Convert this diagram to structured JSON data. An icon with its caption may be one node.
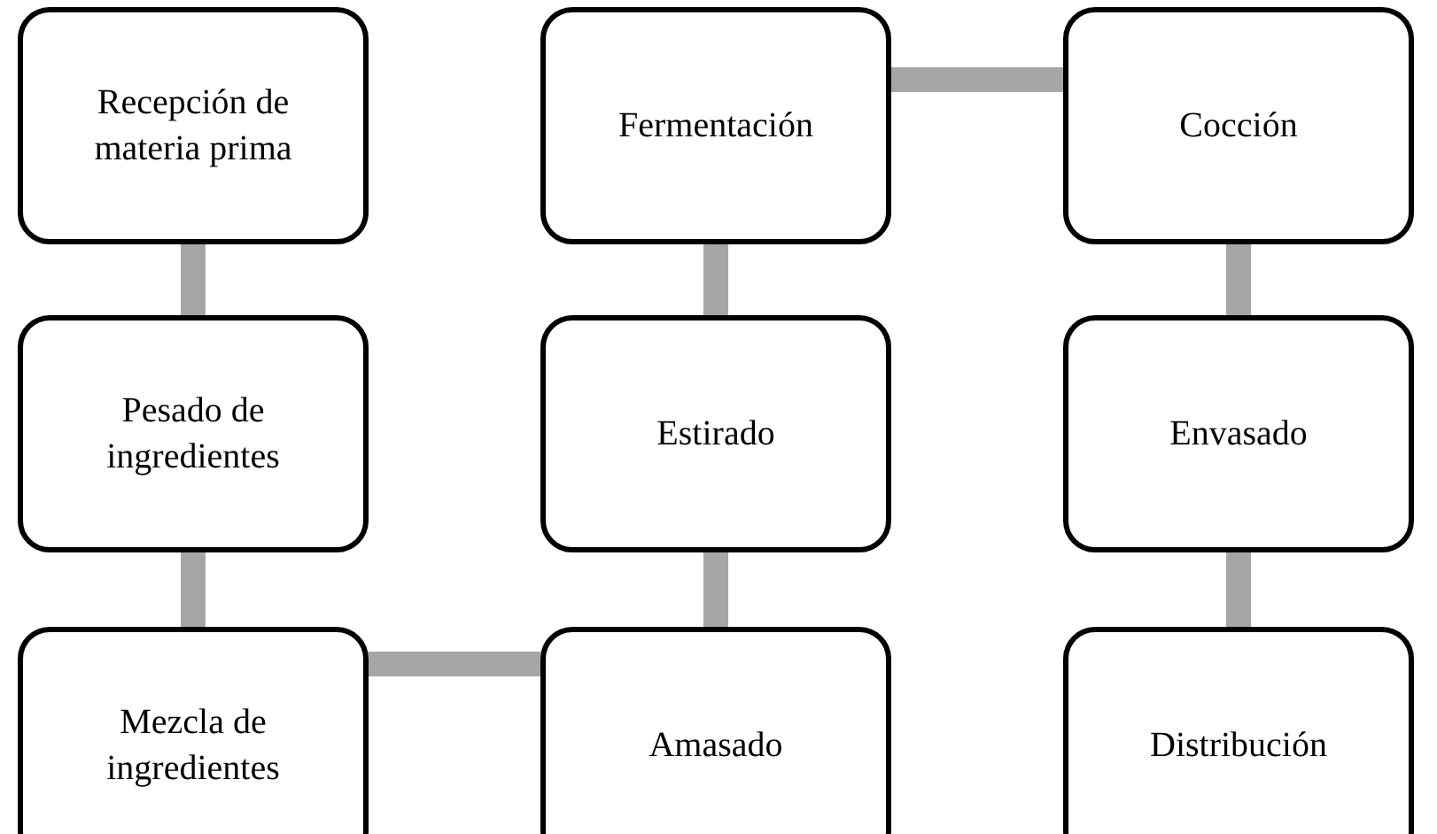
{
  "diagram": {
    "nodes": [
      {
        "text": [
          "Recepción de materia prima"
        ]
      },
      {
        "text": [
          "Pesado de ingredientes"
        ]
      },
      {
        "text": [
          "Mezcla de ingredientes"
        ]
      },
      {
        "text": [
          "Amasado"
        ]
      },
      {
        "text": [
          "Estirado"
        ]
      },
      {
        "text": [
          "Fermentación"
        ]
      },
      {
        "text": [
          "Cocción"
        ]
      },
      {
        "text": [
          "Envasado"
        ]
      },
      {
        "text": [
          "Distribución"
        ]
      }
    ],
    "edges": [
      {
        "from": 0,
        "to": 1,
        "arrow": "none"
      },
      {
        "from": 1,
        "to": 2,
        "arrow": "none"
      },
      {
        "from": 2,
        "to": 3,
        "arrow": "none"
      },
      {
        "from": 3,
        "to": 4,
        "arrow": "none"
      },
      {
        "from": 4,
        "to": 5,
        "arrow": "none"
      },
      {
        "from": 5,
        "to": 6,
        "arrow": "none"
      },
      {
        "from": 6,
        "to": 7,
        "arrow": "none"
      },
      {
        "from": 7,
        "to": 8,
        "arrow": "none"
      }
    ]
  }
}
